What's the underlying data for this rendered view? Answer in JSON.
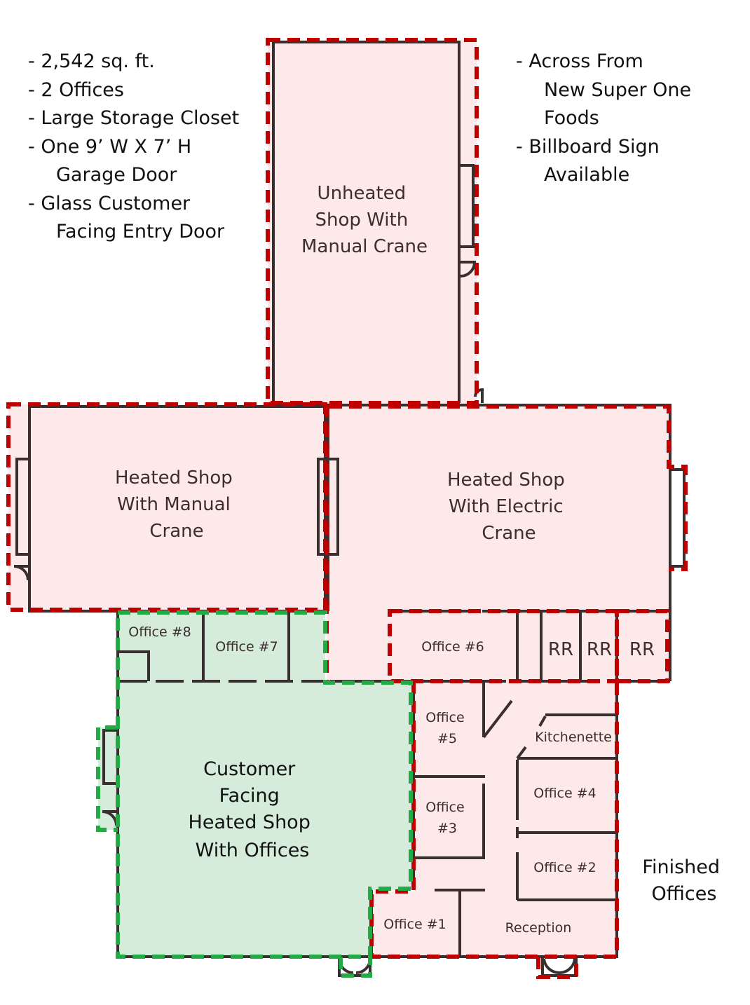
{
  "notes_left": [
    "- 2,542 sq. ft.",
    "- 2 Offices",
    "- Large Storage Closet",
    "- One 9’ W X 7’ H",
    "Garage Door",
    "- Glass Customer",
    "Facing Entry Door"
  ],
  "notes_right": [
    "- Across From",
    "New Super One",
    "Foods",
    "- Billboard Sign",
    "Available"
  ],
  "areas": {
    "unheated_shop": [
      "Unheated",
      "Shop With",
      "Manual Crane"
    ],
    "heated_manual": [
      "Heated Shop",
      "With Manual",
      "Crane"
    ],
    "heated_electric": [
      "Heated Shop",
      "With Electric",
      "Crane"
    ],
    "customer_shop": [
      "Customer",
      "Facing",
      "Heated Shop",
      "With Offices"
    ],
    "finished_offices": [
      "Finished",
      "Offices"
    ]
  },
  "rooms": {
    "office_8": "Office #8",
    "office_7": "Office #7",
    "office_6": "Office #6",
    "rr_1": "RR",
    "rr_2": "RR",
    "rr_3": "RR",
    "office_5": [
      "Office",
      "#5"
    ],
    "kitchenette": "Kitchenette",
    "office_4": "Office #4",
    "office_3": [
      "Office",
      "#3"
    ],
    "office_2": "Office #2",
    "office_1": "Office #1",
    "reception": "Reception"
  },
  "colors": {
    "leased_area_outline": "#c00000",
    "leased_area_fill": "#fde8ea",
    "customer_area_outline": "#22aa44",
    "customer_area_fill": "#d4ecd9",
    "walls": "#3a2f2f"
  }
}
